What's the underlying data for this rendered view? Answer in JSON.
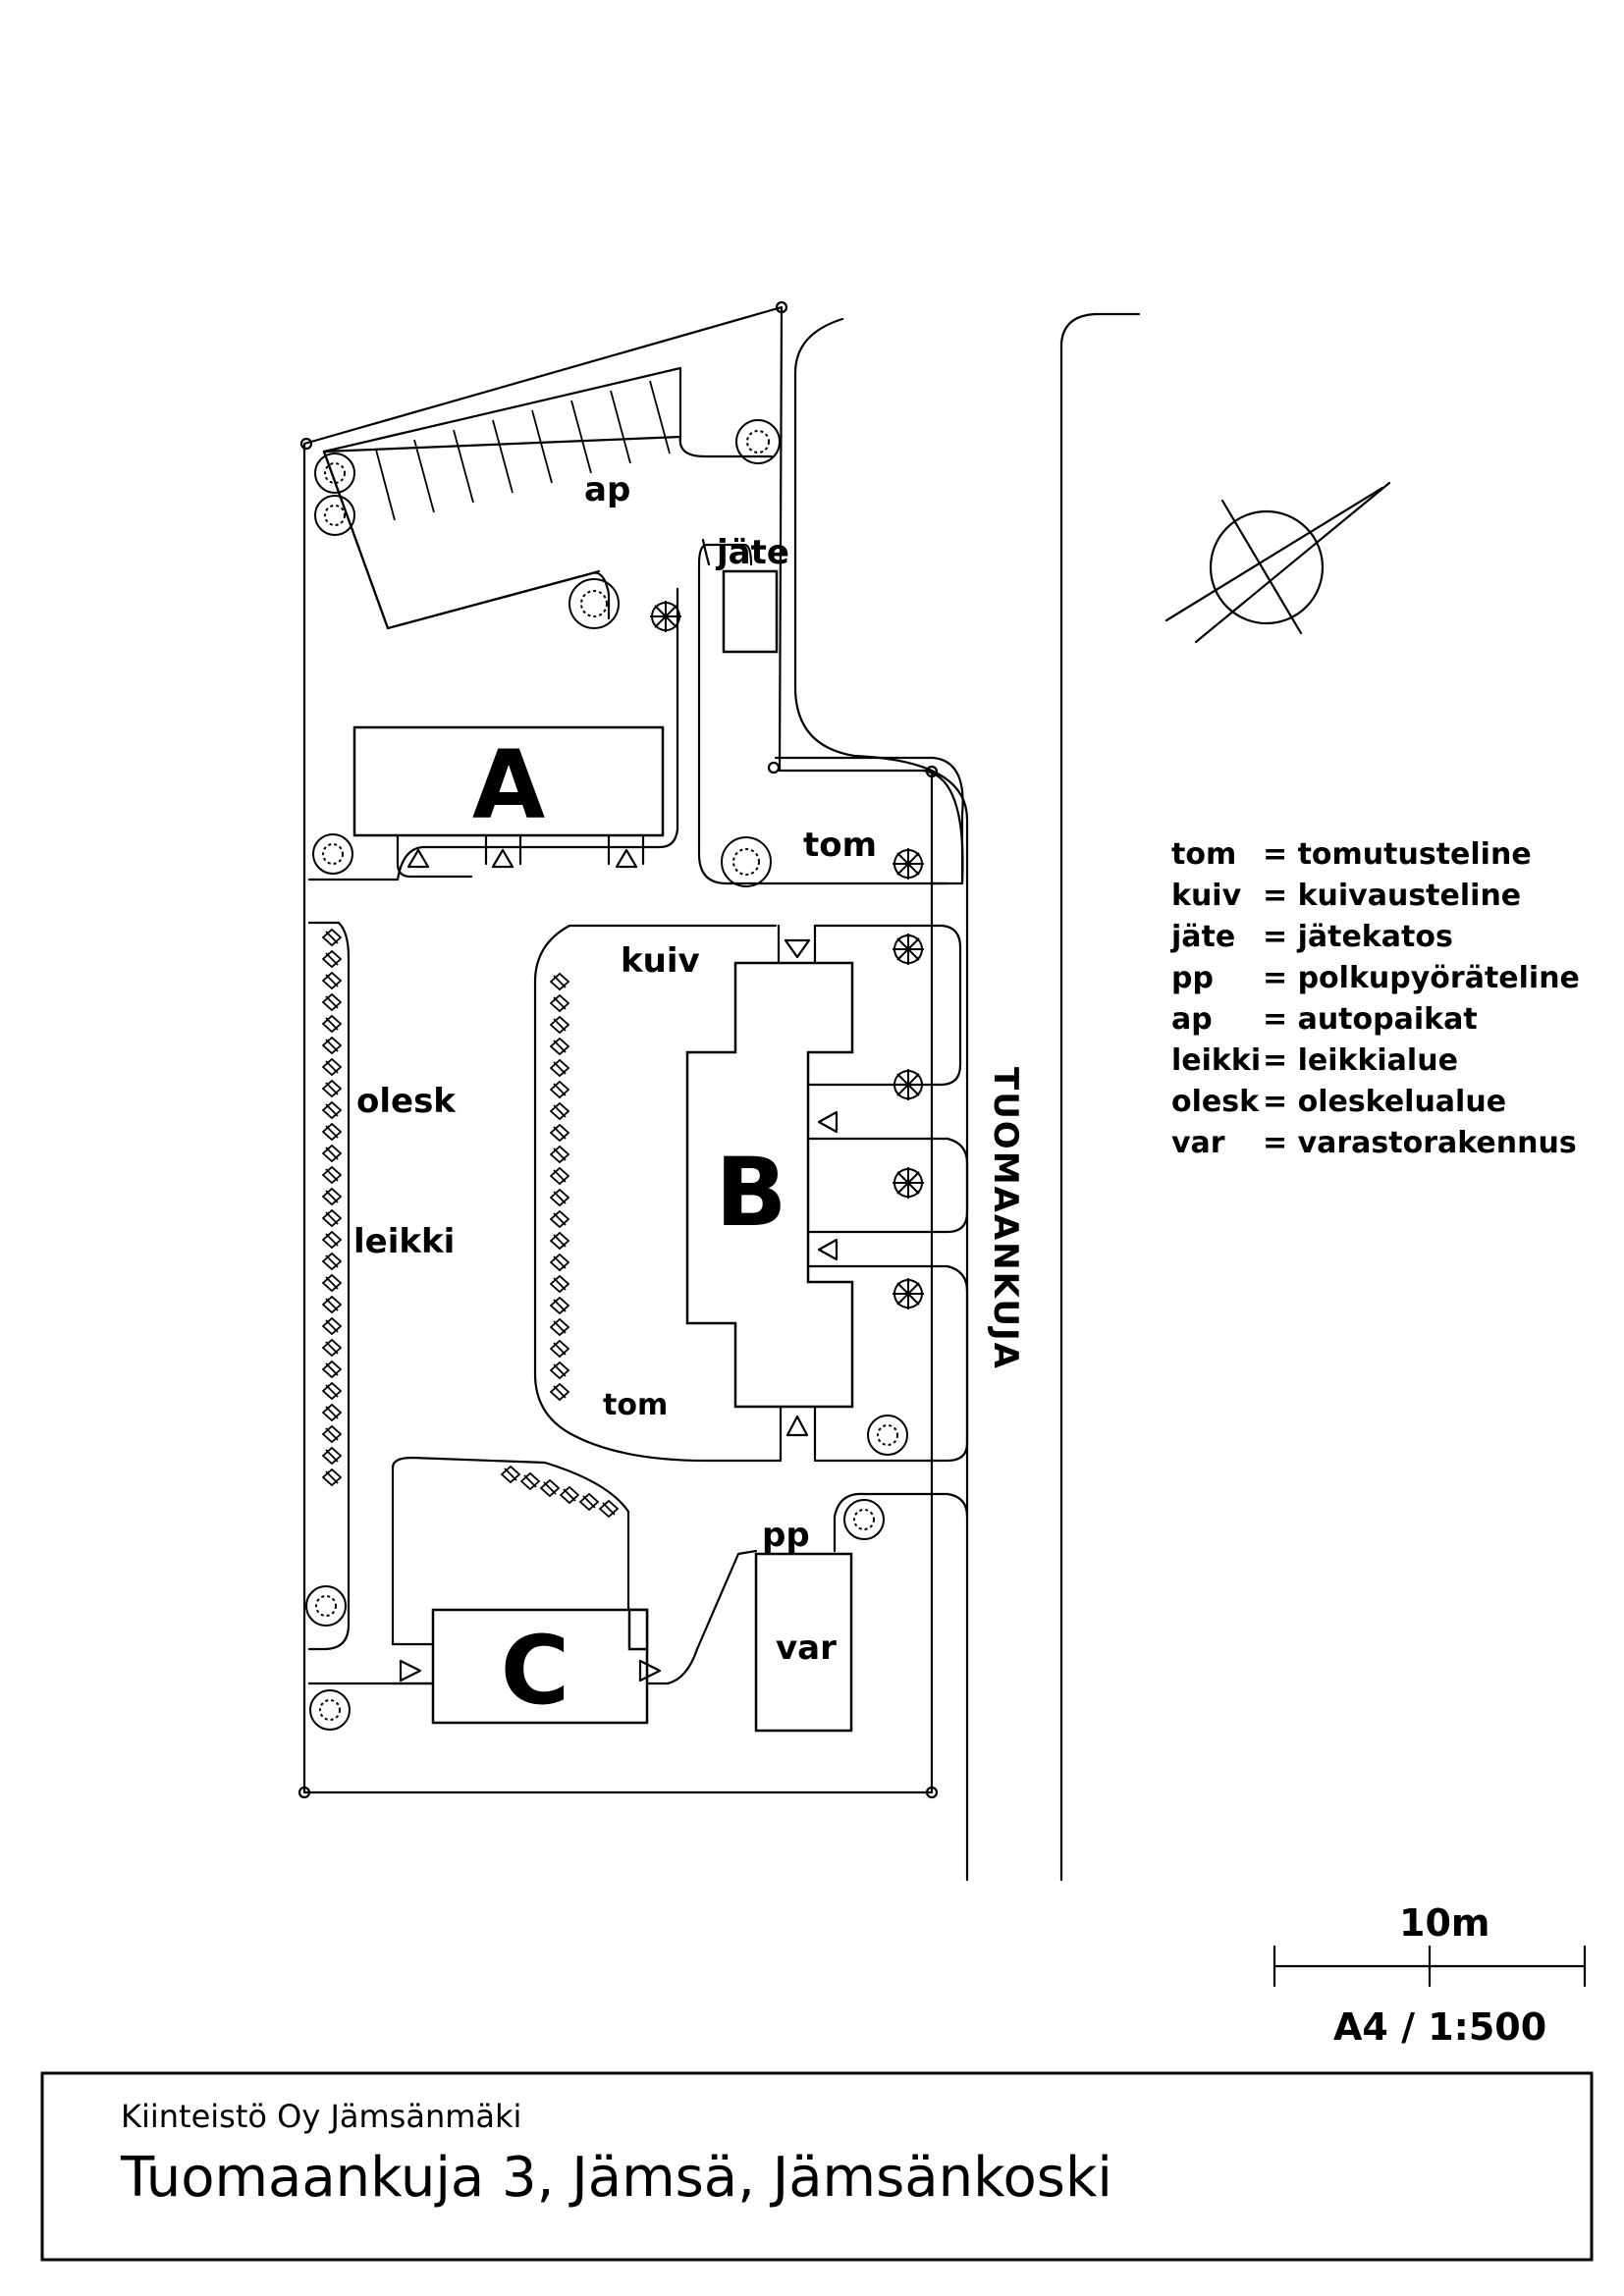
{
  "labels": {
    "ap": "ap",
    "jate": "jäte",
    "tom_top": "tom",
    "tom_bottom": "tom",
    "kuiv": "kuiv",
    "olesk": "olesk",
    "leikki": "leikki",
    "pp": "pp",
    "var": "var"
  },
  "buildings": {
    "a": "A",
    "b": "B",
    "c": "C"
  },
  "street": "TUOMAANKUJA",
  "legend": [
    {
      "abbr": "tom",
      "desc": "= tomutusteline"
    },
    {
      "abbr": "kuiv",
      "desc": "= kuivausteline"
    },
    {
      "abbr": "jäte",
      "desc": "= jätekatos"
    },
    {
      "abbr": "pp",
      "desc": "= polkupyöräteline"
    },
    {
      "abbr": "ap",
      "desc": "= autopaikat"
    },
    {
      "abbr": "leikki",
      "desc": "= leikkialue"
    },
    {
      "abbr": "olesk",
      "desc": "= oleskelualue"
    },
    {
      "abbr": "var",
      "desc": "= varastorakennus"
    }
  ],
  "scale_bar": {
    "distance_label": "10m",
    "paper_scale": "A4 / 1:500"
  },
  "title_block": {
    "company": "Kiinteistö Oy Jämsänmäki",
    "address": "Tuomaankuja 3, Jämsä, Jämsänkoski"
  }
}
